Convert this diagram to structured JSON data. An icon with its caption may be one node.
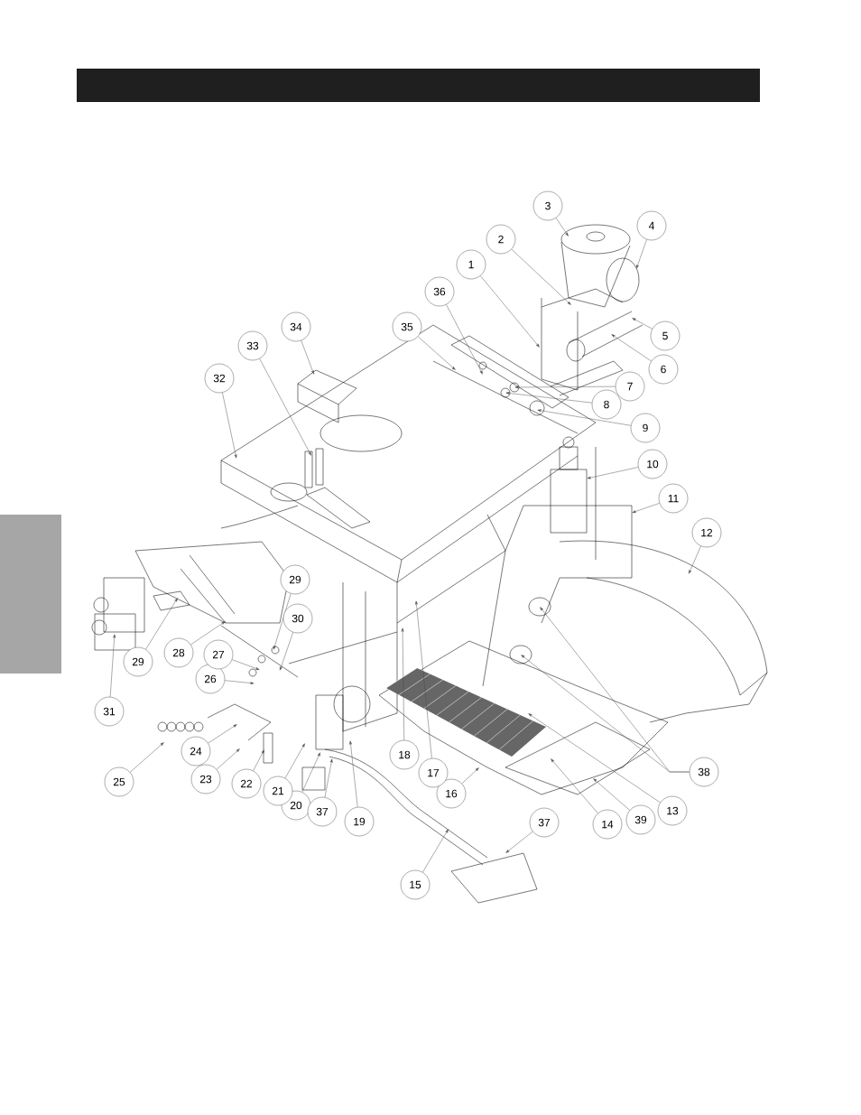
{
  "diagram": {
    "nodes": [
      {
        "text": [
          "1"
        ]
      },
      {
        "text": [
          "2"
        ]
      },
      {
        "text": [
          "3"
        ]
      },
      {
        "text": [
          "4"
        ]
      },
      {
        "text": [
          "5"
        ]
      },
      {
        "text": [
          "6"
        ]
      },
      {
        "text": [
          "7"
        ]
      },
      {
        "text": [
          "8"
        ]
      },
      {
        "text": [
          "9"
        ]
      },
      {
        "text": [
          "10"
        ]
      },
      {
        "text": [
          "11"
        ]
      },
      {
        "text": [
          "12"
        ]
      },
      {
        "text": [
          "13"
        ]
      },
      {
        "text": [
          "14"
        ]
      },
      {
        "text": [
          "15"
        ]
      },
      {
        "text": [
          "16"
        ]
      },
      {
        "text": [
          "17"
        ]
      },
      {
        "text": [
          "18"
        ]
      },
      {
        "text": [
          "19"
        ]
      },
      {
        "text": [
          "20"
        ]
      },
      {
        "text": [
          "21"
        ]
      },
      {
        "text": [
          "22"
        ]
      },
      {
        "text": [
          "23"
        ]
      },
      {
        "text": [
          "24"
        ]
      },
      {
        "text": [
          "25"
        ]
      },
      {
        "text": [
          "26"
        ]
      },
      {
        "text": [
          "27"
        ]
      },
      {
        "text": [
          "28"
        ]
      },
      {
        "text": [
          "29"
        ]
      },
      {
        "text": [
          "29"
        ]
      },
      {
        "text": [
          "30"
        ]
      },
      {
        "text": [
          "31"
        ]
      },
      {
        "text": [
          "32"
        ]
      },
      {
        "text": [
          "33"
        ]
      },
      {
        "text": [
          "34"
        ]
      },
      {
        "text": [
          "35"
        ]
      },
      {
        "text": [
          "36"
        ]
      },
      {
        "text": [
          "37"
        ]
      },
      {
        "text": [
          "37"
        ]
      },
      {
        "text": [
          "38"
        ]
      },
      {
        "text": [
          "39"
        ]
      }
    ],
    "edges": [
      {
        "from": 0,
        "to": null,
        "arrow": "to"
      },
      {
        "from": 1,
        "to": null,
        "arrow": "to"
      },
      {
        "from": 2,
        "to": null,
        "arrow": "to"
      },
      {
        "from": 3,
        "to": null,
        "arrow": "to"
      },
      {
        "from": 4,
        "to": null,
        "arrow": "to"
      },
      {
        "from": 5,
        "to": null,
        "arrow": "to"
      },
      {
        "from": 6,
        "to": null,
        "arrow": "to"
      },
      {
        "from": 7,
        "to": null,
        "arrow": "to"
      },
      {
        "from": 8,
        "to": null,
        "arrow": "to"
      },
      {
        "from": 9,
        "to": null,
        "arrow": "to"
      },
      {
        "from": 10,
        "to": null,
        "arrow": "to"
      },
      {
        "from": 11,
        "to": null,
        "arrow": "to"
      },
      {
        "from": 12,
        "to": null,
        "arrow": "to"
      },
      {
        "from": 13,
        "to": null,
        "arrow": "to"
      },
      {
        "from": 14,
        "to": null,
        "arrow": "to"
      },
      {
        "from": 15,
        "to": null,
        "arrow": "to"
      },
      {
        "from": 16,
        "to": null,
        "arrow": "to"
      },
      {
        "from": 17,
        "to": null,
        "arrow": "to"
      },
      {
        "from": 18,
        "to": null,
        "arrow": "to"
      },
      {
        "from": 19,
        "to": null,
        "arrow": "to"
      },
      {
        "from": 20,
        "to": null,
        "arrow": "to"
      },
      {
        "from": 21,
        "to": null,
        "arrow": "to"
      },
      {
        "from": 22,
        "to": null,
        "arrow": "to"
      },
      {
        "from": 23,
        "to": null,
        "arrow": "to"
      },
      {
        "from": 24,
        "to": null,
        "arrow": "to"
      },
      {
        "from": 25,
        "to": null,
        "arrow": "to"
      },
      {
        "from": 26,
        "to": null,
        "arrow": "to"
      },
      {
        "from": 27,
        "to": null,
        "arrow": "to"
      },
      {
        "from": 28,
        "to": null,
        "arrow": "to"
      },
      {
        "from": 29,
        "to": null,
        "arrow": "to"
      },
      {
        "from": 30,
        "to": null,
        "arrow": "to"
      },
      {
        "from": 31,
        "to": null,
        "arrow": "to"
      },
      {
        "from": 32,
        "to": null,
        "arrow": "to"
      },
      {
        "from": 33,
        "to": null,
        "arrow": "to"
      },
      {
        "from": 34,
        "to": null,
        "arrow": "to"
      },
      {
        "from": 35,
        "to": null,
        "arrow": "to"
      },
      {
        "from": 36,
        "to": null,
        "arrow": "to"
      },
      {
        "from": 37,
        "to": null,
        "arrow": "to"
      },
      {
        "from": 38,
        "to": null,
        "arrow": "to"
      },
      {
        "from": 39,
        "to": null,
        "arrow": "to"
      },
      {
        "from": 39,
        "to": null,
        "arrow": "to"
      },
      {
        "from": 40,
        "to": null,
        "arrow": "to"
      }
    ]
  }
}
